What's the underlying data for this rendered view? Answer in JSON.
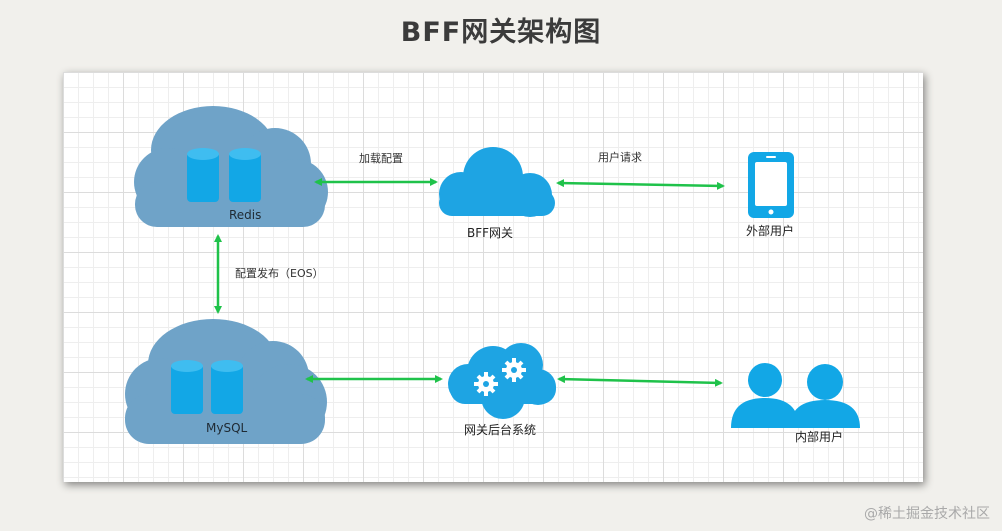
{
  "title": "BFF网关架构图",
  "nodes": {
    "redis": "Redis",
    "mysql": "MySQL",
    "bff_gateway": "BFF网关",
    "gateway_admin": "网关后台系统",
    "external_users": "外部用户",
    "internal_users": "内部用户"
  },
  "edges": {
    "load_config": "加载配置",
    "user_request": "用户请求",
    "config_publish": "配置发布（EOS）"
  },
  "colors": {
    "db_cloud": "#6fa3c8",
    "bff_cloud": "#1ea4e3",
    "db_cylinder": "#12a7e6",
    "arrow": "#1fc24a",
    "user_icon": "#12a7e6"
  },
  "watermark": "@稀土掘金技术社区"
}
